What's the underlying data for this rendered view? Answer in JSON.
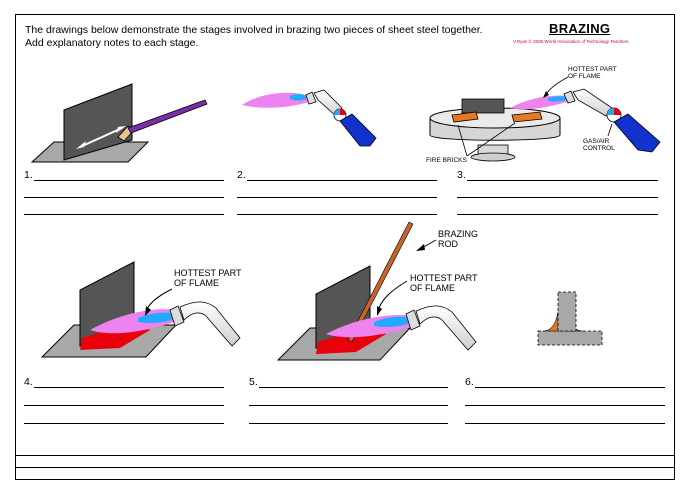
{
  "worksheet": {
    "title": "BRAZING",
    "credit": "V.Ryan © 2006 World Association of Technology Teachers",
    "intro": "The drawings below demonstrate the stages involved in brazing two pieces of sheet steel together. Add explanatory notes to each stage."
  },
  "stages": [
    {
      "number": "1."
    },
    {
      "number": "2."
    },
    {
      "number": "3."
    },
    {
      "number": "4."
    },
    {
      "number": "5."
    },
    {
      "number": "6."
    }
  ],
  "labels": {
    "stage3_hottest": "HOTTEST PART\nOF FLAME",
    "stage3_fire_bricks": "FIRE BRICKS",
    "stage3_gas_air": "GAS/AIR\nCONTROL",
    "stage4_hottest": "HOTTEST PART\nOF FLAME",
    "stage5_rod": "BRAZING\nROD",
    "stage5_hottest": "HOTTEST PART\nOF FLAME"
  },
  "colors": {
    "steel": "#555555",
    "steel_light": "#a8a8a8",
    "flame_pink": "#ee82ee",
    "flame_core": "#22aaff",
    "handle_blue": "#1133cc",
    "heat_red": "#e8000a",
    "brick_orange": "#e87722",
    "brazing_rod": "#c8642a",
    "file_purple": "#7a2ea8",
    "credit_red": "#d4002a"
  }
}
